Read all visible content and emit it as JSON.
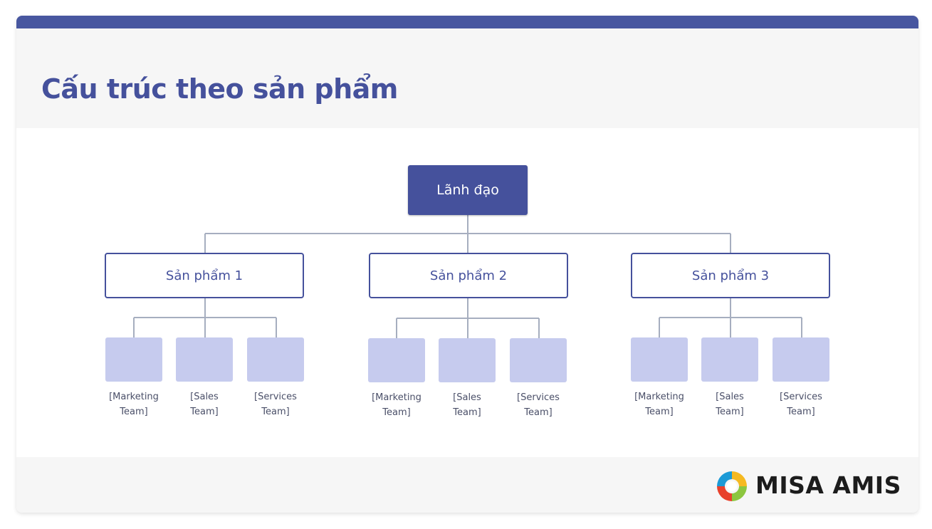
{
  "header": {
    "title": "Cấu trúc theo sản phẩm"
  },
  "org_chart": {
    "root": "Lãnh đạo",
    "products": [
      {
        "label": "Sản phẩm 1",
        "teams": [
          {
            "line1": "[Marketing",
            "line2": "Team]"
          },
          {
            "line1": "[Sales",
            "line2": "Team]"
          },
          {
            "line1": "[Services",
            "line2": "Team]"
          }
        ]
      },
      {
        "label": "Sản phẩm 2",
        "teams": [
          {
            "line1": "[Marketing",
            "line2": "Team]"
          },
          {
            "line1": "[Sales",
            "line2": "Team]"
          },
          {
            "line1": "[Services",
            "line2": "Team]"
          }
        ]
      },
      {
        "label": "Sản phẩm 3",
        "teams": [
          {
            "line1": "[Marketing",
            "line2": "Team]"
          },
          {
            "line1": "[Sales",
            "line2": "Team]"
          },
          {
            "line1": "[Services",
            "line2": "Team]"
          }
        ]
      }
    ]
  },
  "brand": {
    "name": "MISA AMIS"
  },
  "colors": {
    "accent": "#45519c",
    "connector": "#a6aebf",
    "team_box": "#c6cbee",
    "panel": "#f6f6f6"
  }
}
